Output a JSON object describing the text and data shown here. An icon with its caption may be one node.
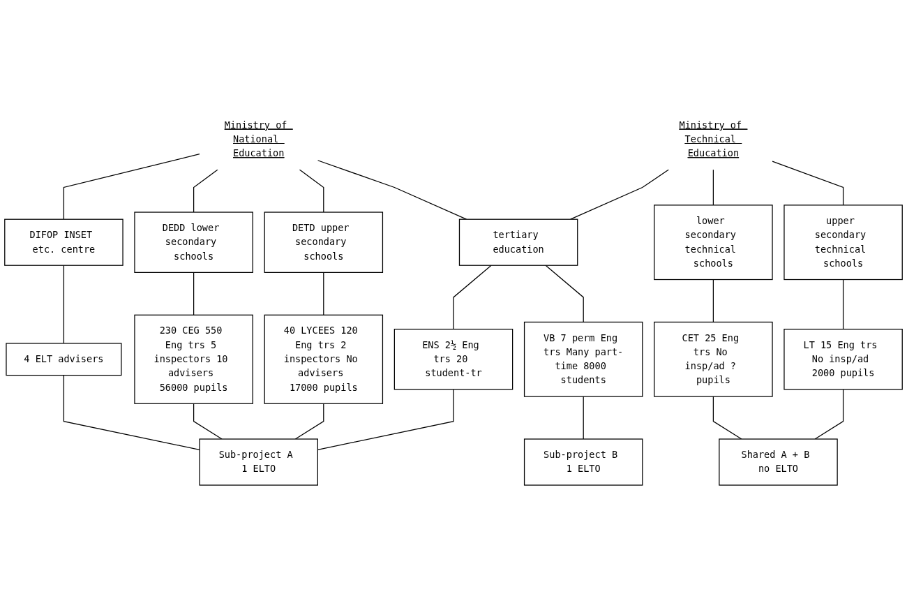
{
  "diagram": {
    "nodes": [
      {
        "text": [
          "Ministry of National Education"
        ]
      },
      {
        "text": [
          "Ministry of Technical Education"
        ]
      },
      {
        "text": [
          "DIFOP INSET etc. centre"
        ]
      },
      {
        "text": [
          "DEDD lower secondary schools"
        ]
      },
      {
        "text": [
          "DETD upper secondary schools"
        ]
      },
      {
        "text": [
          "tertiary education"
        ]
      },
      {
        "text": [
          "lower secondary technical schools"
        ]
      },
      {
        "text": [
          "upper secondary technical schools"
        ]
      },
      {
        "text": [
          "4 ELT advisers"
        ]
      },
      {
        "text": [
          "230 CEG 550 Eng trs 5 inspectors 10 advisers 56000 pupils"
        ]
      },
      {
        "text": [
          "40 LYCEES 120 Eng trs 2 inspectors No advisers 17000 pupils"
        ]
      },
      {
        "text": [
          "ENS 2½ Eng trs 20 student-tr"
        ]
      },
      {
        "text": [
          "VB 7 perm Eng trs Many part-time 8000 students"
        ]
      },
      {
        "text": [
          "CET 25 Eng trs No insp/ad ? pupils"
        ]
      },
      {
        "text": [
          "LT 15 Eng trs No insp/ad 2000 pupils"
        ]
      },
      {
        "text": [
          "Sub-project A 1 ELTO"
        ]
      },
      {
        "text": [
          "Sub-project B 1 ELTO"
        ]
      },
      {
        "text": [
          "Shared A + B no ELTO"
        ]
      }
    ],
    "edges": [
      {
        "from": 0,
        "to": 2,
        "arrow": "none"
      },
      {
        "from": 0,
        "to": 3,
        "arrow": "none"
      },
      {
        "from": 0,
        "to": 4,
        "arrow": "none"
      },
      {
        "from": 0,
        "to": 5,
        "arrow": "none"
      },
      {
        "from": 1,
        "to": 5,
        "arrow": "none"
      },
      {
        "from": 1,
        "to": 6,
        "arrow": "none"
      },
      {
        "from": 1,
        "to": 7,
        "arrow": "none"
      },
      {
        "from": 2,
        "to": 8,
        "arrow": "none"
      },
      {
        "from": 3,
        "to": 9,
        "arrow": "none"
      },
      {
        "from": 4,
        "to": 10,
        "arrow": "none"
      },
      {
        "from": 5,
        "to": 11,
        "arrow": "none"
      },
      {
        "from": 5,
        "to": 12,
        "arrow": "none"
      },
      {
        "from": 6,
        "to": 13,
        "arrow": "none"
      },
      {
        "from": 7,
        "to": 14,
        "arrow": "none"
      },
      {
        "from": 8,
        "to": 15,
        "arrow": "none"
      },
      {
        "from": 9,
        "to": 15,
        "arrow": "none"
      },
      {
        "from": 10,
        "to": 15,
        "arrow": "none"
      },
      {
        "from": 11,
        "to": 15,
        "arrow": "none"
      },
      {
        "from": 12,
        "to": 16,
        "arrow": "none"
      },
      {
        "from": 13,
        "to": 17,
        "arrow": "none"
      },
      {
        "from": 14,
        "to": 17,
        "arrow": "none"
      }
    ]
  }
}
